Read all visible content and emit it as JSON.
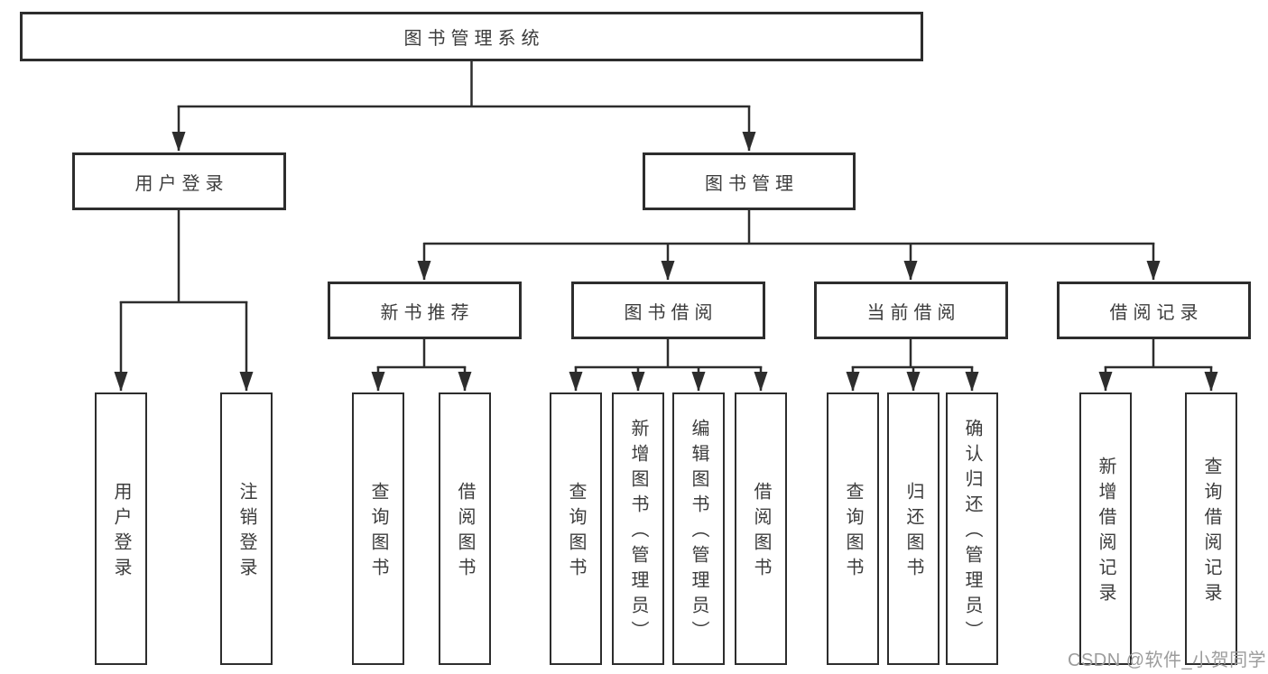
{
  "colors": {
    "line": "#2d2d2d",
    "box_border": "#2d2d2d",
    "box_fill": "#ffffff",
    "text": "#3c3c3c",
    "background": "#ffffff",
    "watermark": "#9c9c9c"
  },
  "tree": {
    "root": {
      "label": "图书管理系统"
    },
    "level2": [
      {
        "label": "用户登录",
        "children": [
          {
            "label": "用户登录"
          },
          {
            "label": "注销登录"
          }
        ]
      },
      {
        "label": "图书管理",
        "children": [
          {
            "label": "新书推荐",
            "children": [
              {
                "label": "查询图书"
              },
              {
                "label": "借阅图书"
              }
            ]
          },
          {
            "label": "图书借阅",
            "children": [
              {
                "label": "查询图书"
              },
              {
                "label": "新增图书（管理员）"
              },
              {
                "label": "编辑图书（管理员）"
              },
              {
                "label": "借阅图书"
              }
            ]
          },
          {
            "label": "当前借阅",
            "children": [
              {
                "label": "查询图书"
              },
              {
                "label": "归还图书"
              },
              {
                "label": "确认归还（管理员）"
              }
            ]
          },
          {
            "label": "借阅记录",
            "children": [
              {
                "label": "新增借阅记录"
              },
              {
                "label": "查询借阅记录"
              }
            ]
          }
        ]
      }
    ]
  },
  "watermark": {
    "text": "CSDN @软件_小贺同学"
  }
}
